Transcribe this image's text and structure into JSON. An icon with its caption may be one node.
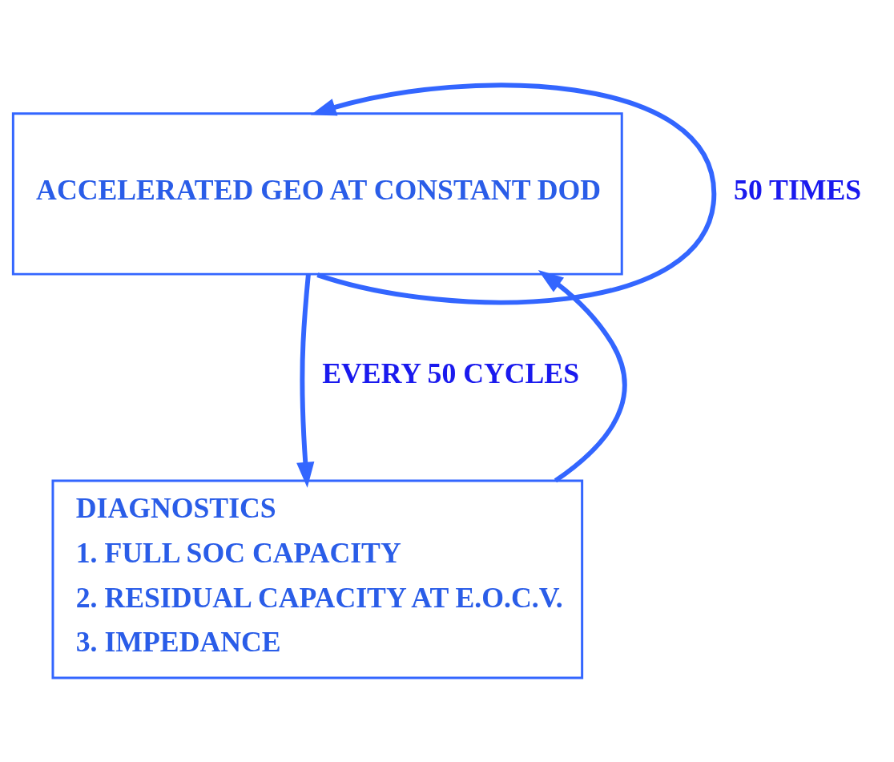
{
  "diagram": {
    "nodes": [
      {
        "text": [
          "ACCELERATED GEO AT CONSTANT DOD"
        ]
      },
      {
        "text": [
          "DIAGNOSTICS",
          "1. FULL SOC CAPACITY",
          "2. RESIDUAL CAPACITY AT E.O.C.V.",
          "3. IMPEDANCE"
        ]
      }
    ],
    "edges": [
      {
        "from": 0,
        "to": 0,
        "arrow": "to",
        "label": "50 TIMES"
      },
      {
        "from": 0,
        "to": 1,
        "arrow": "to",
        "label": "EVERY 50 CYCLES"
      },
      {
        "from": 1,
        "to": 0,
        "arrow": "to"
      }
    ]
  }
}
